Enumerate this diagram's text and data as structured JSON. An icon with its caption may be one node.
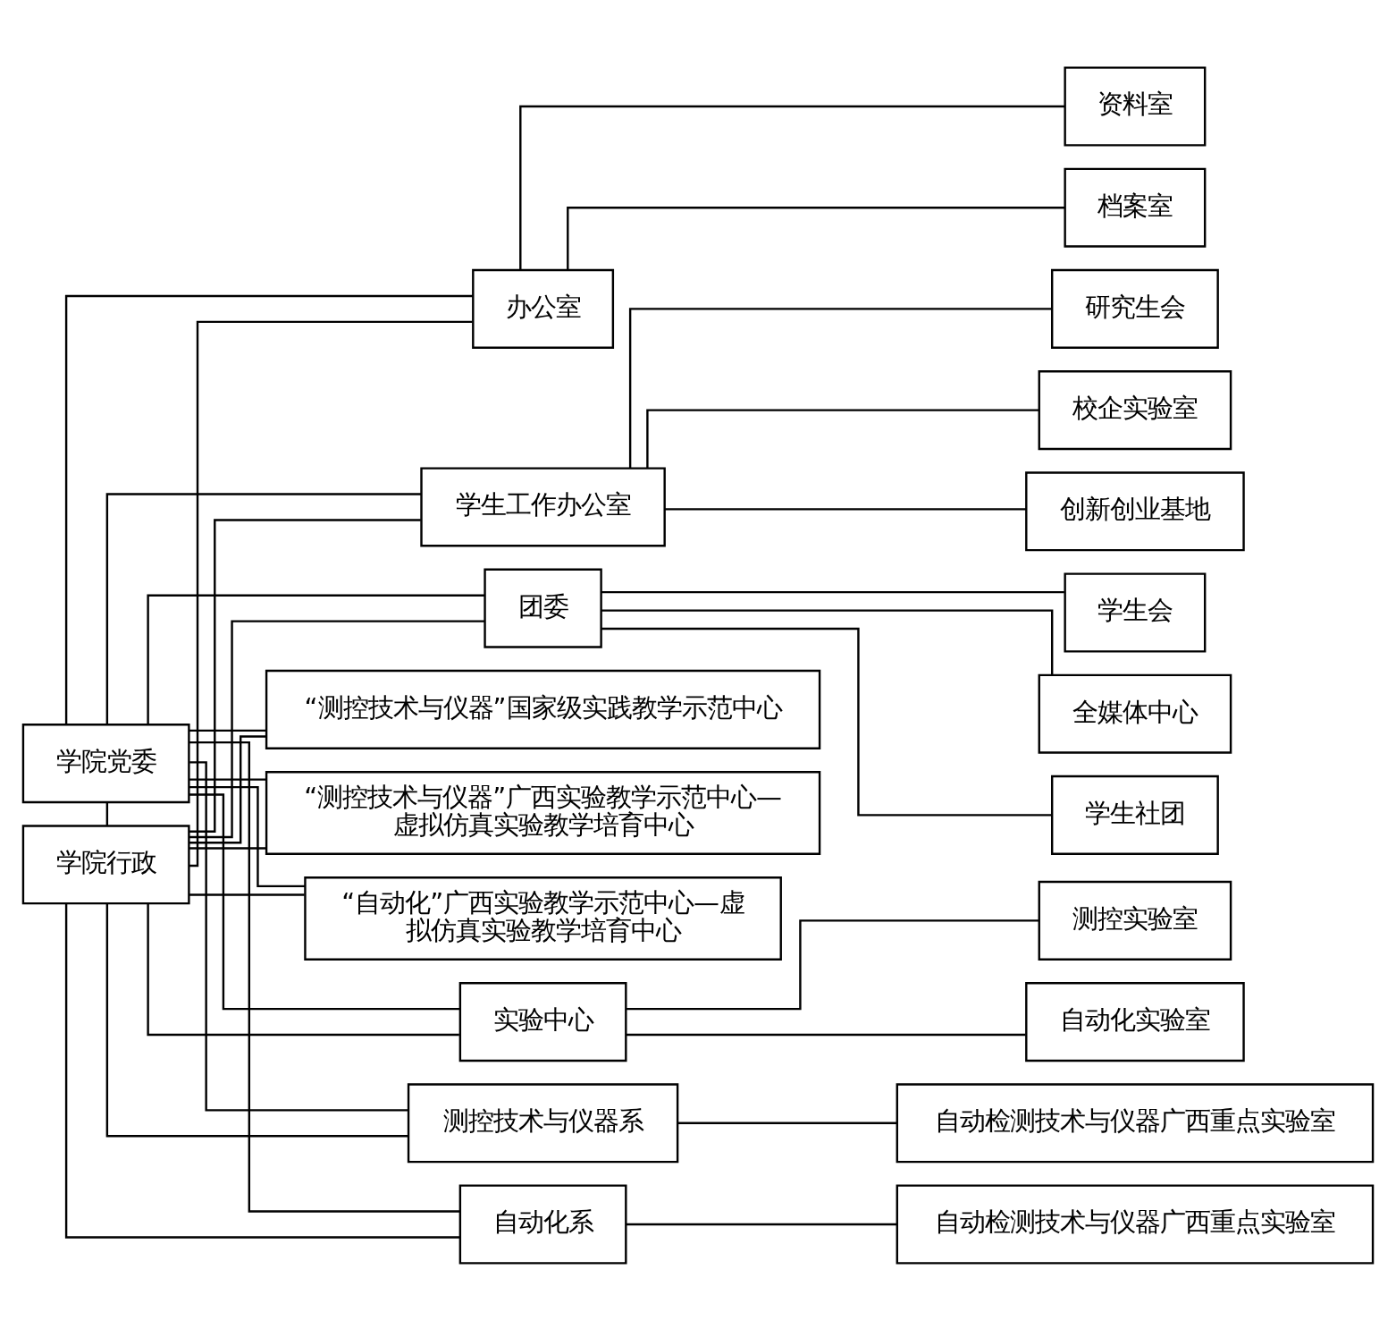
{
  "diagram": {
    "nodes": [
      {
        "text": [
          "学院党委"
        ]
      },
      {
        "text": [
          "学院行政"
        ]
      },
      {
        "text": [
          "办公室"
        ]
      },
      {
        "text": [
          "资料室"
        ]
      },
      {
        "text": [
          "档案室"
        ]
      },
      {
        "text": [
          "学生工作办公室"
        ]
      },
      {
        "text": [
          "研究生会"
        ]
      },
      {
        "text": [
          "校企实验室"
        ]
      },
      {
        "text": [
          "创新创业基地"
        ]
      },
      {
        "text": [
          "团委"
        ]
      },
      {
        "text": [
          "学生会"
        ]
      },
      {
        "text": [
          "全媒体中心"
        ]
      },
      {
        "text": [
          "学生社团"
        ]
      },
      {
        "text": [
          "实验中心"
        ]
      },
      {
        "text": [
          "测控实验室"
        ]
      },
      {
        "text": [
          "自动化实验室"
        ]
      },
      {
        "text": [
          "测控技术与仪器系"
        ]
      },
      {
        "text": [
          "自动检测技术与仪器广西重点实验室"
        ]
      },
      {
        "text": [
          "自动化系"
        ]
      },
      {
        "text": [
          "自动检测技术与仪器广西重点实验室"
        ]
      },
      {
        "text": [
          "“测控技术与仪器”国家级实践教学示范中心"
        ]
      },
      {
        "text": [
          "“测控技术与仪器”广西实验教学示范中心—虚拟仿真实验教学培育中心"
        ]
      },
      {
        "text": [
          "“自动化”广西实验教学示范中心—虚拟仿真实验教学培育中心"
        ]
      }
    ],
    "edges": [
      {
        "from": 0,
        "to": 1,
        "arrow": "none"
      },
      {
        "from": 0,
        "to": 2,
        "arrow": "none"
      },
      {
        "from": 0,
        "to": 5,
        "arrow": "none"
      },
      {
        "from": 0,
        "to": 9,
        "arrow": "none"
      },
      {
        "from": 0,
        "to": 13,
        "arrow": "none"
      },
      {
        "from": 0,
        "to": 16,
        "arrow": "none"
      },
      {
        "from": 0,
        "to": 18,
        "arrow": "none"
      },
      {
        "from": 0,
        "to": 20,
        "arrow": "none"
      },
      {
        "from": 0,
        "to": 21,
        "arrow": "none"
      },
      {
        "from": 0,
        "to": 22,
        "arrow": "none"
      },
      {
        "from": 1,
        "to": 2,
        "arrow": "none"
      },
      {
        "from": 1,
        "to": 5,
        "arrow": "none"
      },
      {
        "from": 1,
        "to": 9,
        "arrow": "none"
      },
      {
        "from": 1,
        "to": 13,
        "arrow": "none"
      },
      {
        "from": 1,
        "to": 16,
        "arrow": "none"
      },
      {
        "from": 1,
        "to": 18,
        "arrow": "none"
      },
      {
        "from": 1,
        "to": 20,
        "arrow": "none"
      },
      {
        "from": 1,
        "to": 21,
        "arrow": "none"
      },
      {
        "from": 1,
        "to": 22,
        "arrow": "none"
      },
      {
        "from": 2,
        "to": 3,
        "arrow": "none"
      },
      {
        "from": 2,
        "to": 4,
        "arrow": "none"
      },
      {
        "from": 5,
        "to": 6,
        "arrow": "none"
      },
      {
        "from": 5,
        "to": 7,
        "arrow": "none"
      },
      {
        "from": 5,
        "to": 8,
        "arrow": "none"
      },
      {
        "from": 9,
        "to": 10,
        "arrow": "none"
      },
      {
        "from": 9,
        "to": 11,
        "arrow": "none"
      },
      {
        "from": 9,
        "to": 12,
        "arrow": "none"
      },
      {
        "from": 13,
        "to": 14,
        "arrow": "none"
      },
      {
        "from": 13,
        "to": 15,
        "arrow": "none"
      },
      {
        "from": 16,
        "to": 17,
        "arrow": "none"
      },
      {
        "from": 18,
        "to": 19,
        "arrow": "none"
      }
    ]
  }
}
